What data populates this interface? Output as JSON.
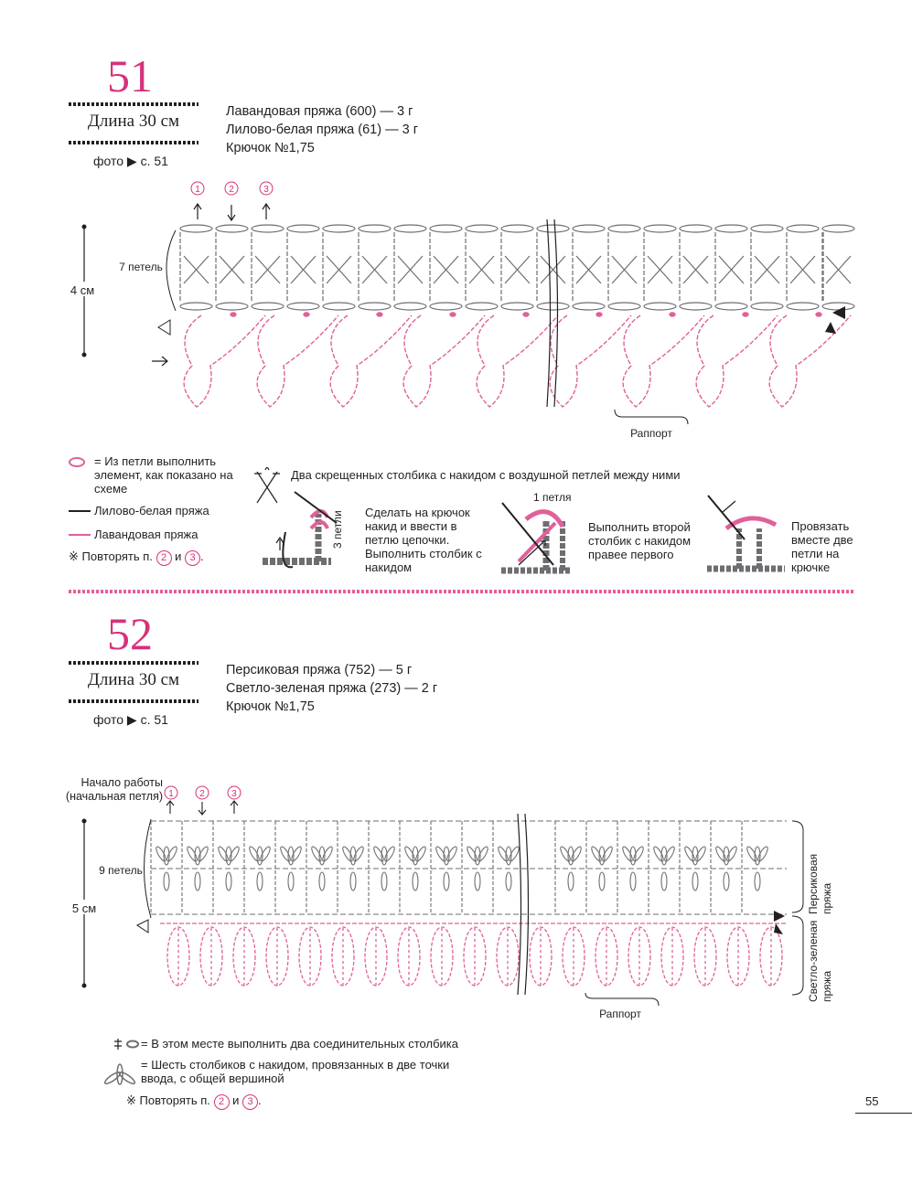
{
  "colors": {
    "pink": "#d6317a",
    "lavender_yarn": "#e0609a",
    "black": "#231f20",
    "gray_diagram": "#6d6e71"
  },
  "p51": {
    "number": "51",
    "length": "Длина 30 см",
    "photo": "фото ▶ с. 51",
    "materials": [
      "Лавандовая пряжа (600) — 3 г",
      "Лилово-белая пряжа (61) — 3 г",
      "Крючок №1,75"
    ],
    "rows": [
      "1",
      "2",
      "3"
    ],
    "height_label": "4 см",
    "loops_label": "7 петель",
    "repeat_label": "Раппорт",
    "legend": {
      "loop_element": "= Из петли выполнить элемент, как показано на схеме",
      "lilac_white": "Лилово-белая пряжа",
      "lavender": "Лавандовая пряжа",
      "repeat_prefix": "Повторять п.",
      "and": "и"
    },
    "crossed": {
      "title": "Два скрещенных столбика с накидом с воздушной петлей между ними",
      "step1": "Сделать на крючок накид и ввести в петлю цепочки. Выполнить столбик с накидом",
      "step1_side": "3 петли",
      "step2_top": "1 петля",
      "step2": "Выполнить второй столбик с накидом правее первого",
      "step3": "Провязать вместе две петли на крючке"
    }
  },
  "p52": {
    "number": "52",
    "length": "Длина 30 см",
    "photo": "фото ▶ с. 51",
    "materials": [
      "Персиковая пряжа (752) — 5 г",
      "Светло-зеленая пряжа (273) — 2 г",
      "Крючок №1,75"
    ],
    "start_label": "Начало работы (начальная петля)",
    "rows": [
      "1",
      "2",
      "3"
    ],
    "height_label": "5 см",
    "loops_label": "9 петель",
    "peach_label": "Персиковая пряжа",
    "green_label": "Светло-зеленая пряжа",
    "repeat_label": "Раппорт",
    "legend": {
      "slip": "= В этом месте выполнить два соединительных столбика",
      "six": "= Шесть столбиков с накидом, провязанных в две точки ввода, с общей вершиной",
      "repeat_prefix": "Повторять п.",
      "and": "и"
    }
  },
  "page_number": "55"
}
